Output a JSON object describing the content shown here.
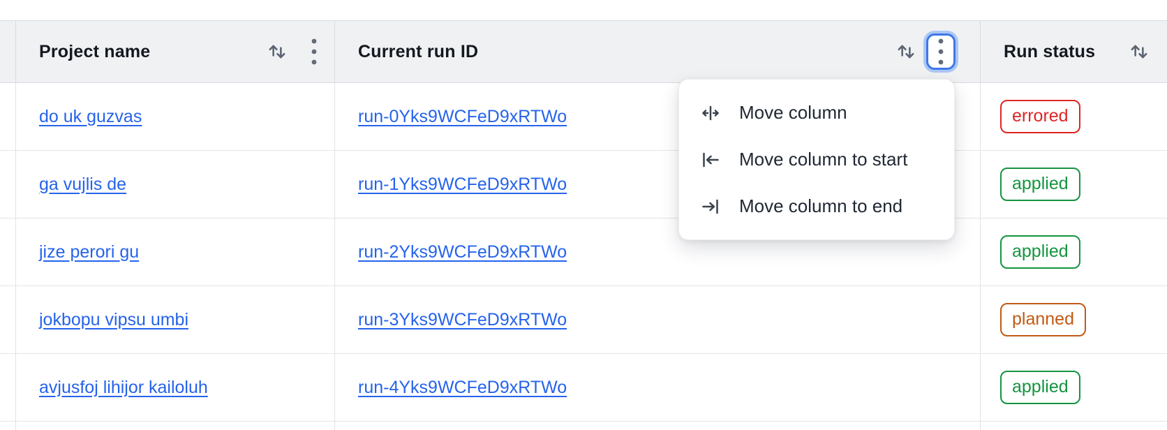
{
  "table": {
    "columns": [
      {
        "label": "Project name"
      },
      {
        "label": "Current run ID"
      },
      {
        "label": "Run status"
      }
    ],
    "rows": [
      {
        "project_name": "do uk guzvas",
        "run_id": "run-0Yks9WCFeD9xRTWo",
        "status": "errored"
      },
      {
        "project_name": "ga vujlis de",
        "run_id": "run-1Yks9WCFeD9xRTWo",
        "status": "applied"
      },
      {
        "project_name": "jize perori gu",
        "run_id": "run-2Yks9WCFeD9xRTWo",
        "status": "applied"
      },
      {
        "project_name": "jokbopu vipsu umbi",
        "run_id": "run-3Yks9WCFeD9xRTWo",
        "status": "planned"
      },
      {
        "project_name": "avjusfoj lihijor kailoluh",
        "run_id": "run-4Yks9WCFeD9xRTWo",
        "status": "applied"
      }
    ]
  },
  "column_menu": {
    "items": [
      {
        "icon": "move-column-icon",
        "label": "Move column"
      },
      {
        "icon": "move-column-to-start-icon",
        "label": "Move column to start"
      },
      {
        "icon": "move-column-to-end-icon",
        "label": "Move column to end"
      }
    ]
  },
  "colors": {
    "link": "#2563eb",
    "status": {
      "errored": "#dc2626",
      "applied": "#159440",
      "planned": "#c05a15"
    }
  }
}
